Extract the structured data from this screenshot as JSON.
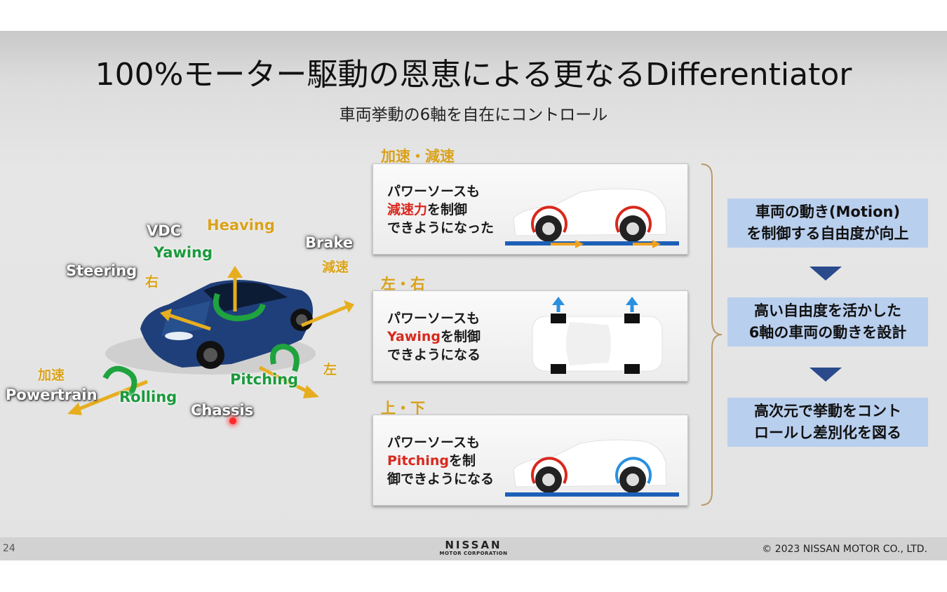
{
  "title": "100%モーター駆動の恩恵による更なるDifferentiator",
  "subtitle": "車両挙動の6軸を自在にコントロール",
  "diagram": {
    "vdc": "VDC",
    "heaving": "Heaving",
    "yawing": "Yawing",
    "brake": "Brake",
    "deceleration": "減速",
    "steering": "Steering",
    "right": "右",
    "acceleration": "加速",
    "powertrain": "Powertrain",
    "rolling": "Rolling",
    "pitching": "Pitching",
    "left": "左",
    "chassis": "Chassis"
  },
  "sections": [
    {
      "heading": "加速・減速",
      "line1": "パワーソースも",
      "highlight": "減速力",
      "after": "を制御",
      "line3": "できようになった"
    },
    {
      "heading": "左・右",
      "line1": "パワーソースも",
      "highlight": "Yawing",
      "after": "を制御",
      "line3": "できようになる"
    },
    {
      "heading": "上・下",
      "line1": "パワーソースも",
      "highlight": "Pitching",
      "after": "を制",
      "line3": "御できようになる"
    }
  ],
  "flow": [
    {
      "line1": "車両の動き(Motion)",
      "line2": "を制御する自由度が向上"
    },
    {
      "line1": "高い自由度を活かした",
      "line2": "6軸の車両の動きを設計"
    },
    {
      "line1": "高次元で挙動をコント",
      "line2": "ロールし差別化を図る"
    }
  ],
  "footer": {
    "page": "24",
    "logo": "NISSAN",
    "logo_sub": "MOTOR CORPORATION",
    "copyright": "© 2023 NISSAN MOTOR CO., LTD."
  },
  "colors": {
    "accent_gold": "#d9a21a",
    "accent_green": "#1a9a3c",
    "highlight_red": "#d9281d",
    "flow_box": "#b9cfee",
    "arrow_blue": "#2a4a8c"
  }
}
